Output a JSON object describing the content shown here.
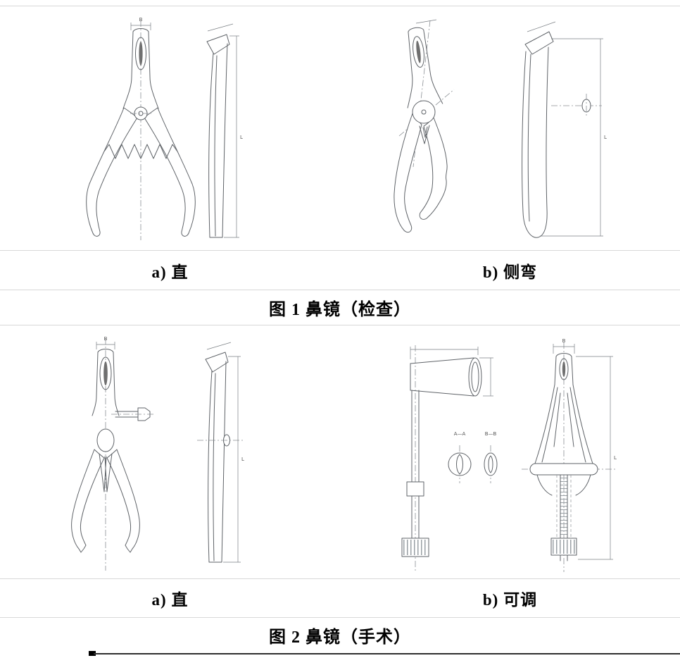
{
  "page": {
    "background": "#ffffff",
    "rule_color": "#d8d8d8",
    "drawing_line_color": "#5f6368",
    "text_color": "#000000"
  },
  "figure1": {
    "caption": "图 1 鼻镜（检查）",
    "subfigures": [
      {
        "label": "a) 直",
        "drawing": "nasal-speculum-examination-straight-front-and-side-view"
      },
      {
        "label": "b) 侧弯",
        "drawing": "nasal-speculum-examination-side-bent-front-and-side-view"
      }
    ]
  },
  "figure2": {
    "caption": "图 2 鼻镜（手术）",
    "subfigures": [
      {
        "label": "a) 直",
        "drawing": "nasal-speculum-surgical-straight-front-and-side-view"
      },
      {
        "label": "b) 可调",
        "drawing": "nasal-speculum-surgical-adjustable-views-and-sections"
      }
    ]
  },
  "dimensions": {
    "width_label": "B",
    "length_label": "L",
    "section_a": "A—A",
    "section_b": "B—B"
  }
}
